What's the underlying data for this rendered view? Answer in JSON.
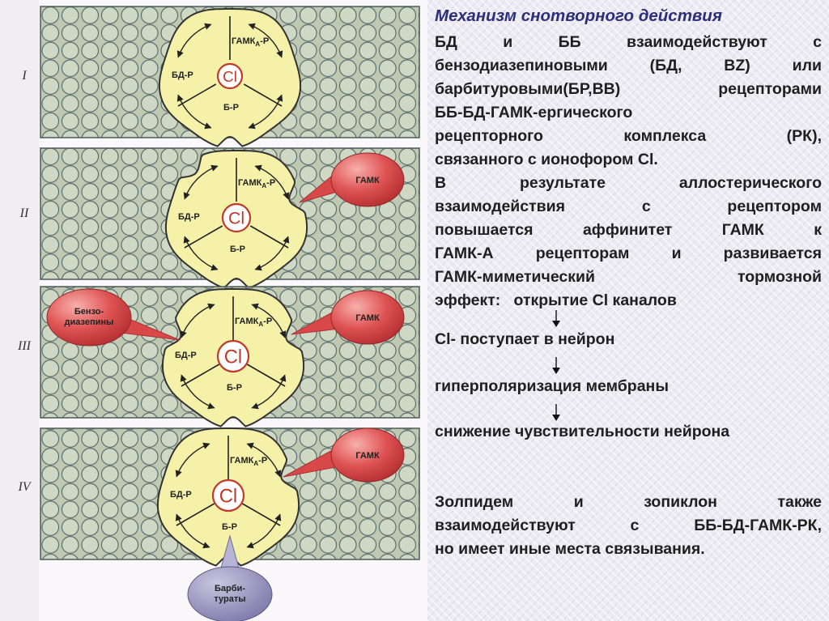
{
  "slide": {
    "title": "Механизм снотворного действия",
    "paragraph1_lines": [
      "БД и ББ взаимодействуют с",
      "бензодиазепиновыми (БД, BZ) или",
      "барбитуровыми(БР,BB) рецепторами",
      "ББ-БД-ГАМК-ергического",
      "рецепторного комплекса (РК),",
      "связанного с ионофором Cl."
    ],
    "paragraph2_lines": [
      "В результате аллостерического",
      "взаимодействия с рецептором",
      "повышается аффинитет ГАМК к",
      "ГАМК-А рецепторам и развивается",
      "ГАМК-миметический тормозной",
      "эффект:   открытие Cl каналов"
    ],
    "step1": "Cl- поступает в нейрон",
    "step2": "гиперполяризация мембраны",
    "step3": "снижение чувствительности нейрона",
    "paragraph3_lines": [
      "Золпидем и зопиклон также",
      "взаимодействуют с ББ-БД-ГАМК-РК,",
      "но имеет иные места связывания."
    ]
  },
  "diagram": {
    "panel_numerals": [
      "I",
      "II",
      "III",
      "IV"
    ],
    "channel_label": "Cl",
    "receptor_labels": {
      "gaba_a_base": "ГАМК",
      "gaba_a_subscript": "А",
      "gaba_a_suffix": "-Р",
      "bd": "БД-Р",
      "b": "Б-Р"
    },
    "ligands": {
      "gaba": "ГАМК",
      "benzodiazepines_line1": "Бензо-",
      "benzodiazepines_line2": "диазепины",
      "barbiturates_line1": "Барби-",
      "barbiturates_line2": "тураты"
    }
  },
  "colors": {
    "membrane_bg": "#bfc9b2",
    "bead_fill": "#cfd8c4",
    "bead_stroke": "#5c6e6d",
    "receptor_fill": "#f5f1a8",
    "receptor_stroke": "#333333",
    "channel_ring": "#c0392b",
    "ligand_red": "#d94848",
    "ligand_purple": "#8c88b6",
    "title": "#2b2e7a",
    "text": "#1f1f1f"
  }
}
